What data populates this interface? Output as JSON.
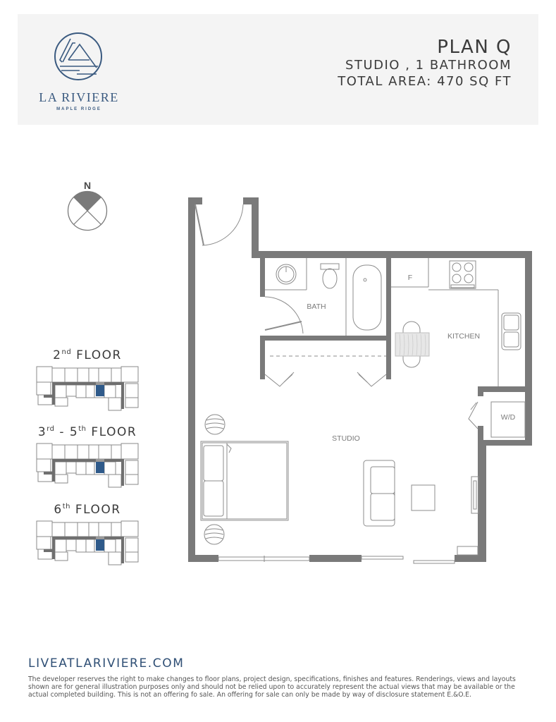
{
  "brand": {
    "name": "LA RIVIERE",
    "subtitle": "MAPLE RIDGE",
    "logo_icon": "mountain-river-circle-logo",
    "color": "#3a5a80"
  },
  "plan": {
    "title": "PLAN Q",
    "type": "STUDIO , 1 BATHROOM",
    "area": "TOTAL AREA: 470 SQ FT"
  },
  "compass": {
    "label": "N",
    "icon": "north-compass-icon"
  },
  "floor_keys": [
    {
      "num": "2",
      "sup": "nd",
      "suffix": "FLOOR"
    },
    {
      "num": "3",
      "sup": "rd",
      "sep": "- 5",
      "sup2": "th",
      "suffix": "FLOOR"
    },
    {
      "num": "6",
      "sup": "th",
      "suffix": "FLOOR"
    }
  ],
  "rooms": {
    "bath": "BATH",
    "kitchen": "KITCHEN",
    "studio": "STUDIO",
    "fridge": "F",
    "washer_dryer": "W/D"
  },
  "colors": {
    "wall": "#7a7a7a",
    "fixture_line": "#8c8c8c",
    "highlight_unit": "#2f5a8a",
    "header_bg": "#f4f4f4"
  },
  "footer": {
    "website": "LIVEATLARIVIERE.COM",
    "disclaimer": "The developer reserves the right to make changes to floor plans, project design, specifications, finishes and features. Renderings, views and layouts shown are for general illustration purposes only and should not be relied upon to accurately represent the actual views that may be available or the actual completed building. This is not an offering fo sale. An offering for sale can only be made by way of disclosure statement E.&O.E."
  }
}
